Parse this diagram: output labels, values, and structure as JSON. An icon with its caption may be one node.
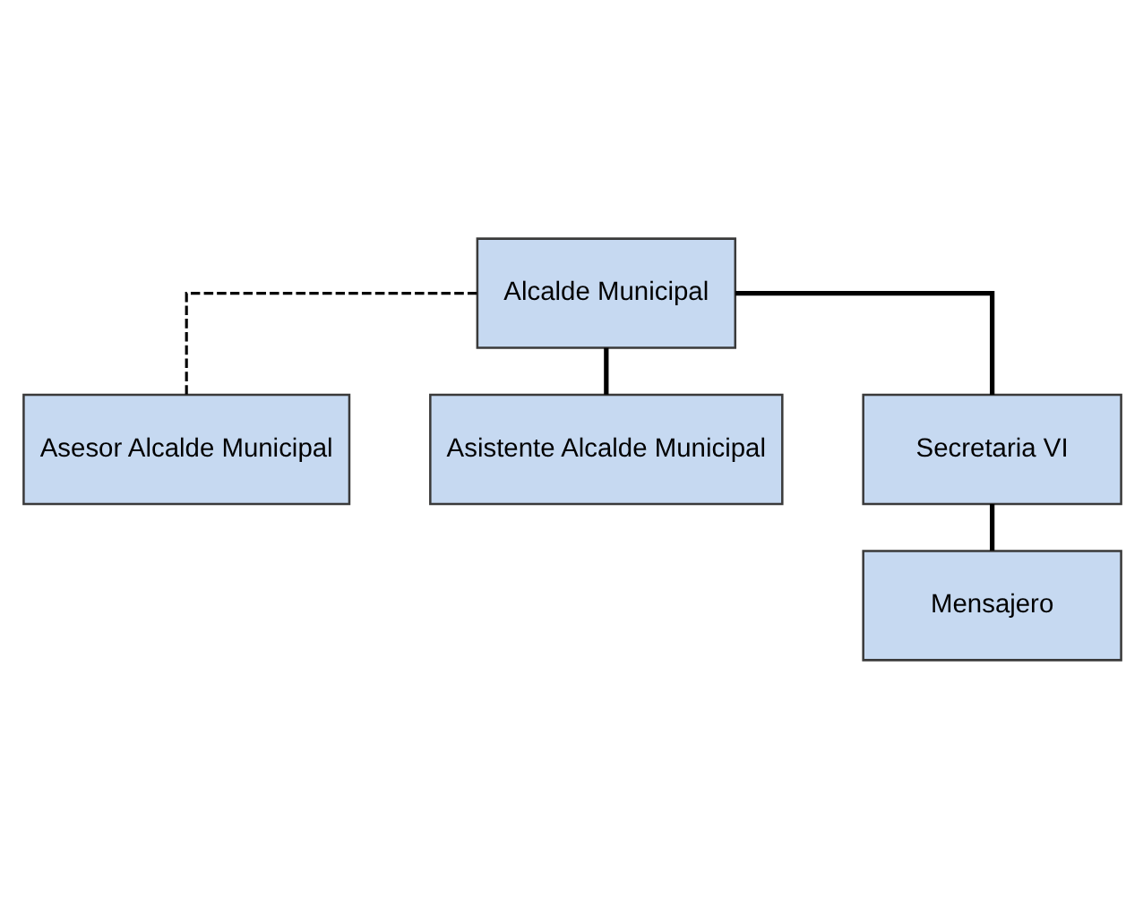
{
  "diagram": {
    "nodes": [
      {
        "text": [
          "Alcalde Municipal"
        ]
      },
      {
        "text": [
          "Asesor Alcalde Municipal"
        ]
      },
      {
        "text": [
          "Asistente Alcalde Municipal"
        ]
      },
      {
        "text": [
          "Secretaria VI"
        ]
      },
      {
        "text": [
          "Mensajero"
        ]
      }
    ],
    "edges": [
      {
        "from": 0,
        "to": 1,
        "arrow": "none",
        "style": "dashed"
      },
      {
        "from": 0,
        "to": 2,
        "arrow": "none"
      },
      {
        "from": 0,
        "to": 3,
        "arrow": "none"
      },
      {
        "from": 3,
        "to": 4,
        "arrow": "none"
      }
    ]
  }
}
